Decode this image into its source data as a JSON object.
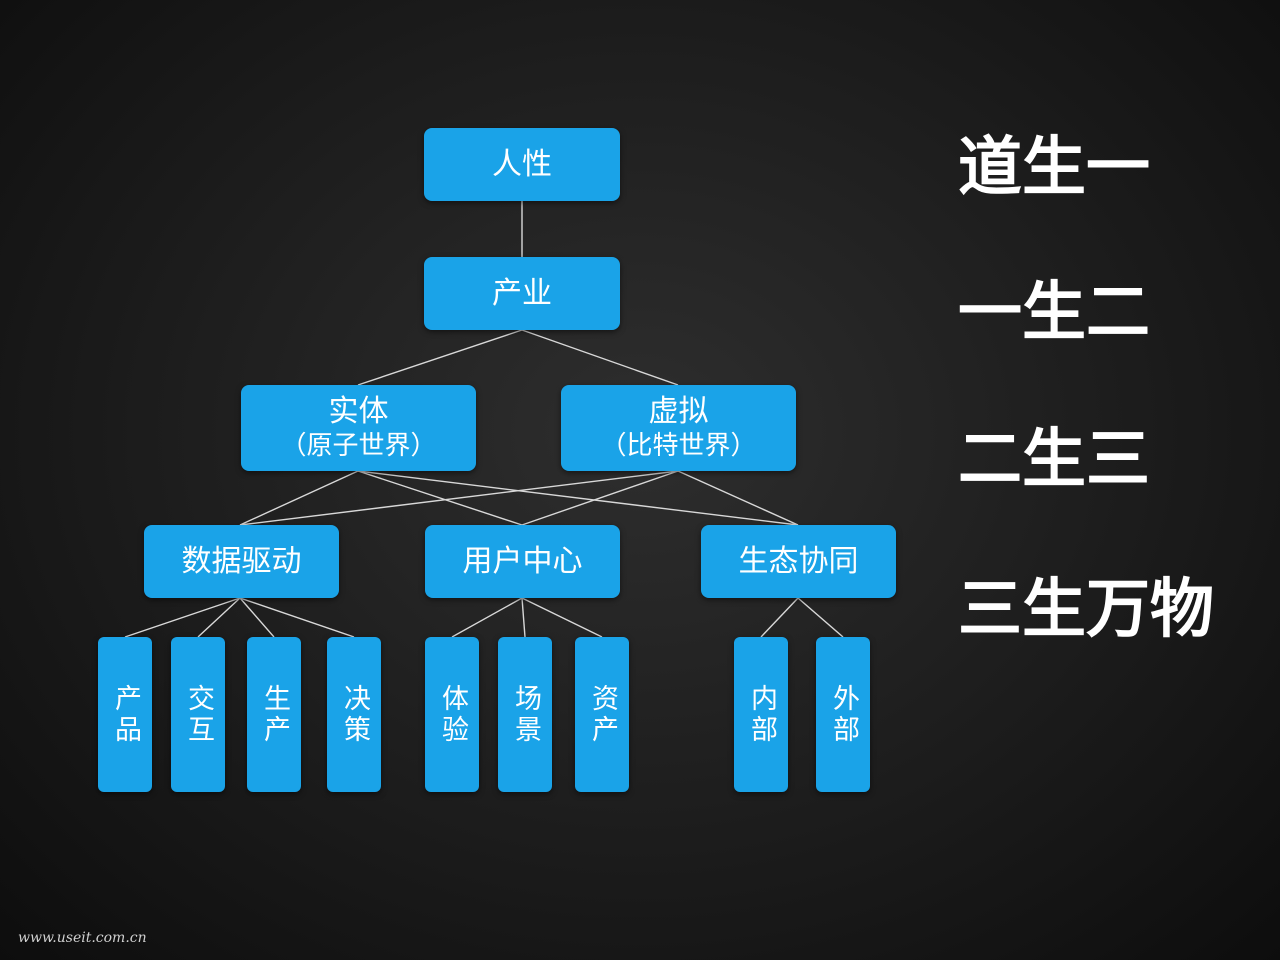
{
  "diagram": {
    "root": "人性",
    "level1": "产业",
    "level2": [
      {
        "title": "实体",
        "subtitle": "（原子世界）"
      },
      {
        "title": "虚拟",
        "subtitle": "（比特世界）"
      }
    ],
    "level3": [
      "数据驱动",
      "用户中心",
      "生态协同"
    ],
    "leaves": {
      "data_driven": [
        "产品",
        "交互",
        "生产",
        "决策"
      ],
      "user_center": [
        "体验",
        "场景",
        "资产"
      ],
      "ecosystem": [
        "内部",
        "外部"
      ]
    }
  },
  "mottos": [
    "道生一",
    "一生二",
    "二生三",
    "三生万物"
  ],
  "watermark": "www.useit.com.cn"
}
